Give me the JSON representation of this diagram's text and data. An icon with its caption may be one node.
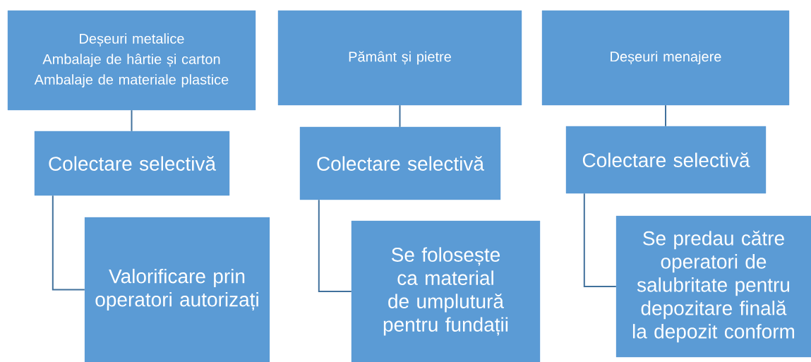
{
  "diagram": {
    "nodes": [
      {
        "text": [
          "Deșeuri metalice",
          "Ambalaje de hârtie și carton",
          "Ambalaje de materiale plastice"
        ]
      },
      {
        "text": [
          "Colectare selectivă"
        ]
      },
      {
        "text": [
          "Valorificare prin operatori autorizați"
        ]
      },
      {
        "text": [
          "Pământ și pietre"
        ]
      },
      {
        "text": [
          "Colectare selectivă"
        ]
      },
      {
        "text": [
          "Se folosește ca material de umplutură pentru fundații"
        ]
      },
      {
        "text": [
          "Deșeuri menajere"
        ]
      },
      {
        "text": [
          "Colectare selectivă"
        ]
      },
      {
        "text": [
          "Se predau către operatori de salubritate pentru depozitare finală la depozit conform"
        ]
      }
    ],
    "edges": [
      {
        "from": 0,
        "to": 1,
        "arrow": "none"
      },
      {
        "from": 1,
        "to": 2,
        "arrow": "none"
      },
      {
        "from": 3,
        "to": 4,
        "arrow": "none"
      },
      {
        "from": 4,
        "to": 5,
        "arrow": "none"
      },
      {
        "from": 6,
        "to": 7,
        "arrow": "none"
      },
      {
        "from": 7,
        "to": 8,
        "arrow": "none"
      }
    ]
  }
}
